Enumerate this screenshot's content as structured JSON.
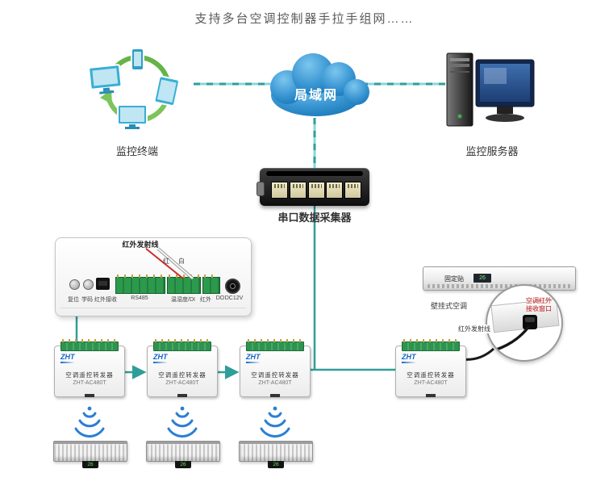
{
  "title": "支持多台空调控制器手拉手组网……",
  "terminal": {
    "label": "监控终端"
  },
  "cloud": {
    "label": "局域网"
  },
  "server": {
    "label": "监控服务器"
  },
  "collector": {
    "label": "串口数据采集器"
  },
  "controller": {
    "wire_label": "红外发射线",
    "wire_red": "红",
    "wire_white": "白",
    "ports": [
      "复位",
      "学码",
      "红外接收",
      "RS485",
      "温湿度/DI",
      "红外",
      "DO",
      "DC12V"
    ]
  },
  "wall_ac": {
    "label": "壁挂式空调",
    "sticker_label": "固定贴",
    "display": "26",
    "window_label": "空调红外接收窗口",
    "wire_label": "红外发射线"
  },
  "repeater": {
    "brand": "ZHT",
    "title": "空调遥控转发器",
    "model": "ZHT-AC480T"
  },
  "indoor_ac": {
    "display": "26"
  }
}
